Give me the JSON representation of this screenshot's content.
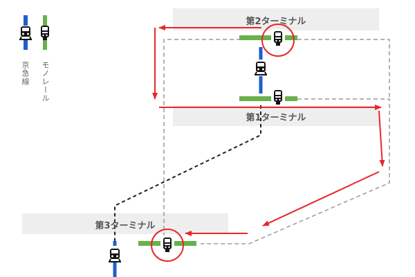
{
  "colors": {
    "keikyu_line": "#1f5fc8",
    "monorail_line": "#6ab04c",
    "route_arrow": "#e8262b",
    "terminal_bar": "#eeeeee",
    "dashed_route": "#9a9a9a",
    "connector": "#222222"
  },
  "legend": {
    "keikyu": {
      "label": "京急線",
      "icon": "train-icon"
    },
    "monorail": {
      "label": "モノレール",
      "icon": "monorail-icon"
    }
  },
  "terminals": {
    "t2": {
      "label": "第2ターミナル"
    },
    "t1": {
      "label": "第1ターミナル"
    },
    "t3": {
      "label": "第3ターミナル"
    }
  }
}
